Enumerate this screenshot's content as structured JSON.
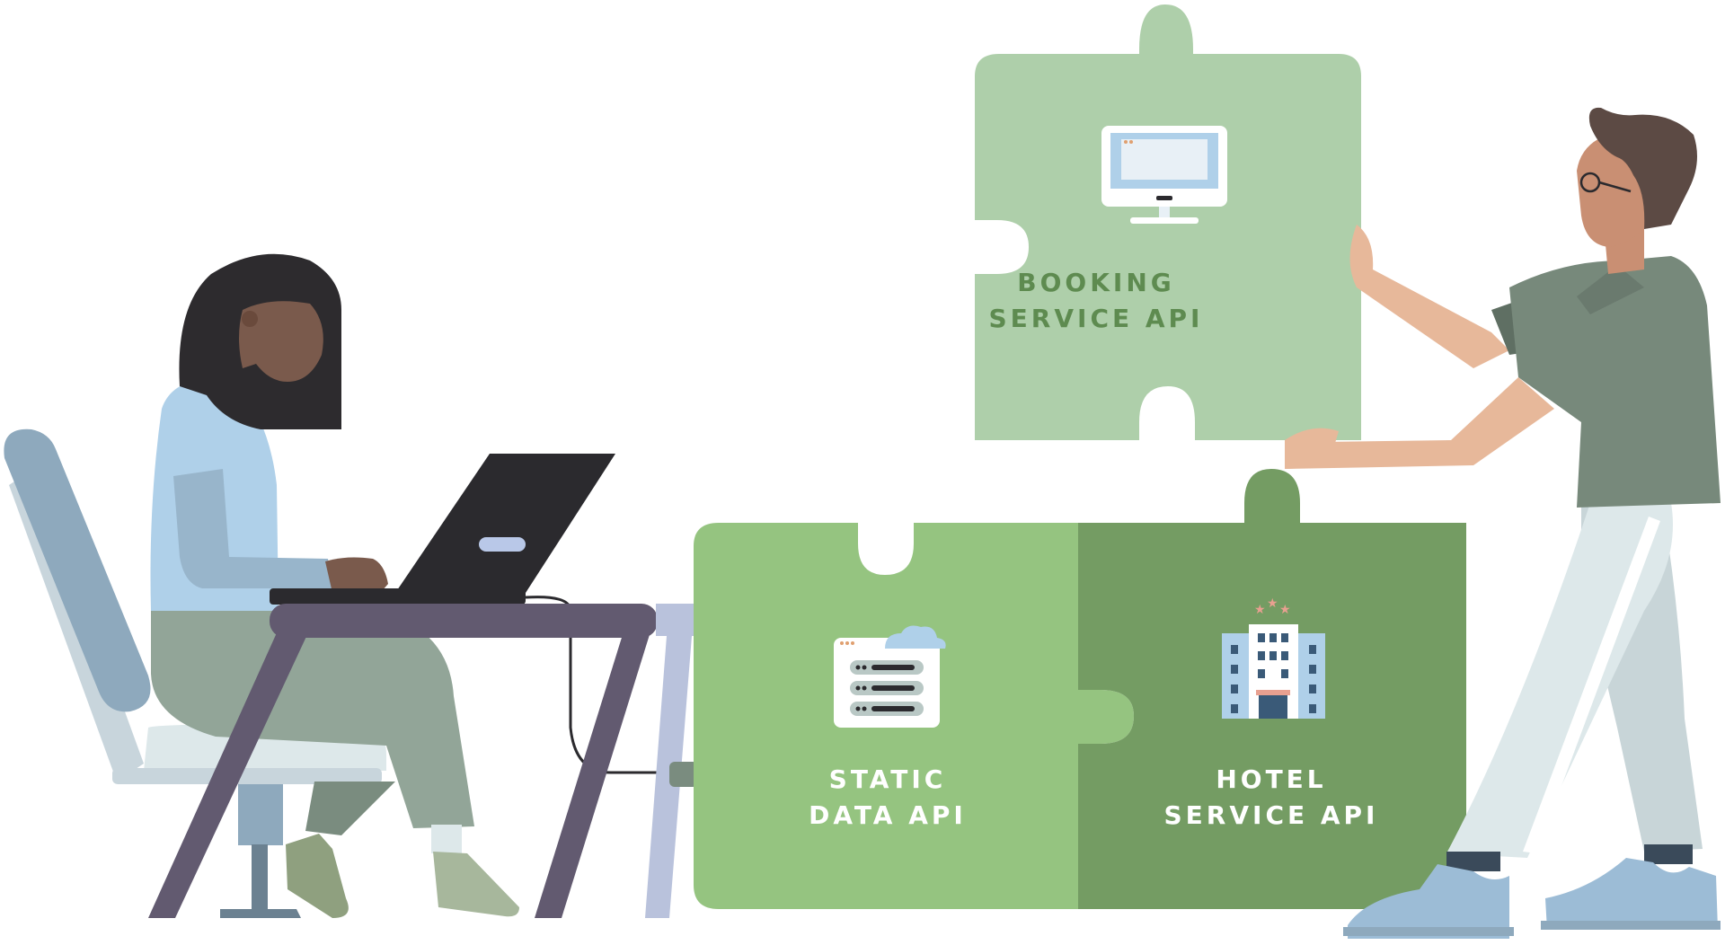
{
  "colors": {
    "booking_piece": "#aecfaa",
    "static_piece": "#95c480",
    "hotel_piece": "#749c63",
    "booking_text": "#5e8b50",
    "piece_text_light": "#ffffff",
    "woman_skin": "#7a5a4c",
    "woman_hair": "#2d2b2e",
    "woman_shirt": "#afd0e9",
    "woman_pants": "#92a598",
    "desk": "#625a70",
    "laptop": "#2b2a2e",
    "chair_back": "#8ea9bd",
    "man_skin": "#e7b89a",
    "man_shirt": "#77897b",
    "man_pants": "#dde8ea",
    "man_hair": "#5c4a44",
    "shoes": "#9cbcd6"
  },
  "pieces": {
    "booking": {
      "line1": "BOOKING",
      "line2": "SERVICE API",
      "icon": "monitor-icon"
    },
    "static": {
      "line1": "STATIC",
      "line2": "DATA API",
      "icon": "cloud-server-icon"
    },
    "hotel": {
      "line1": "HOTEL",
      "line2": "SERVICE API",
      "icon": "hotel-building-icon"
    }
  },
  "figures": {
    "left": "woman-at-laptop-illustration",
    "right": "man-holding-puzzle-illustration"
  }
}
